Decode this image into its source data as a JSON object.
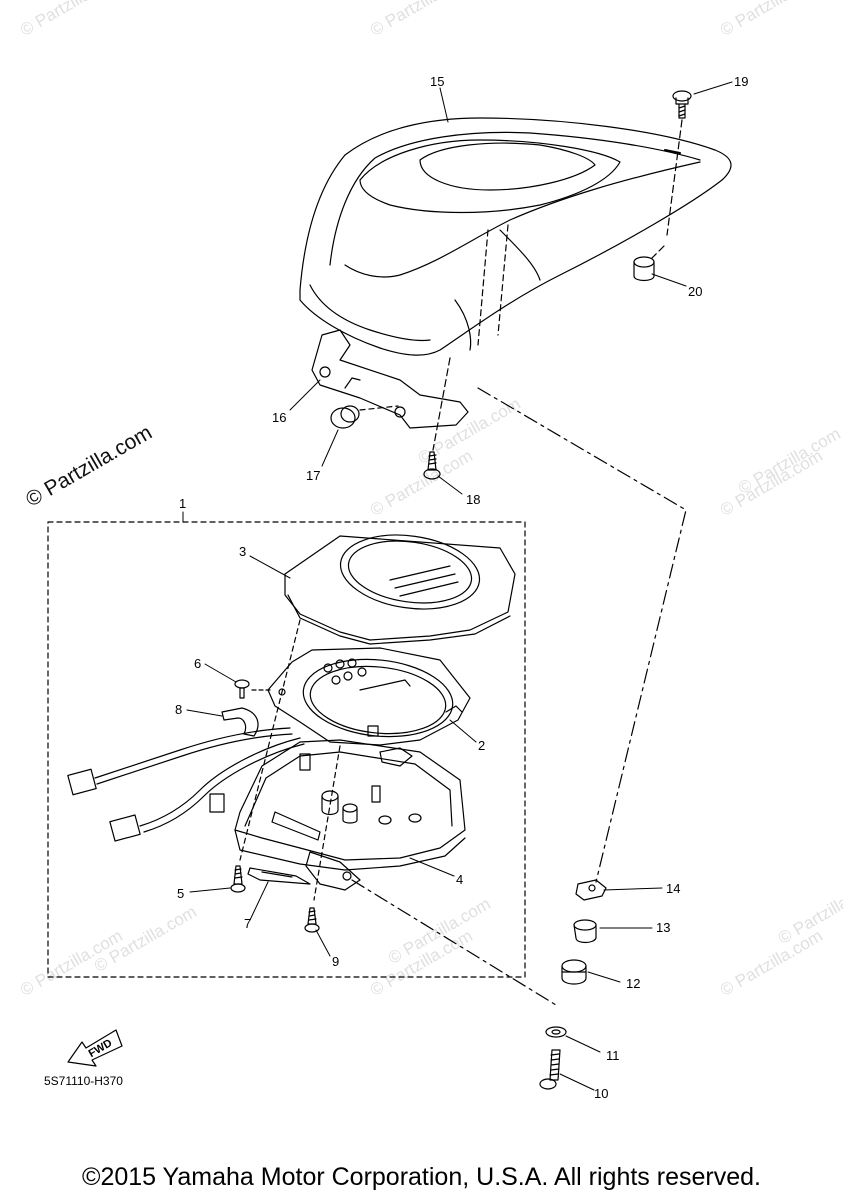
{
  "watermark": "© Partzilla.com",
  "brand_watermark": "© Partzilla.com",
  "diagram_code": "5S71110-H370",
  "fwd_label": "FWD",
  "copyright": "©2015 Yamaha Motor Corporation, U.S.A. All rights reserved.",
  "callouts": {
    "c1": "1",
    "c2": "2",
    "c3": "3",
    "c4": "4",
    "c5": "5",
    "c6": "6",
    "c7": "7",
    "c8": "8",
    "c9": "9",
    "c10": "10",
    "c11": "11",
    "c12": "12",
    "c13": "13",
    "c14": "14",
    "c15": "15",
    "c16": "16",
    "c17": "17",
    "c18": "18",
    "c19": "19",
    "c20": "20"
  }
}
